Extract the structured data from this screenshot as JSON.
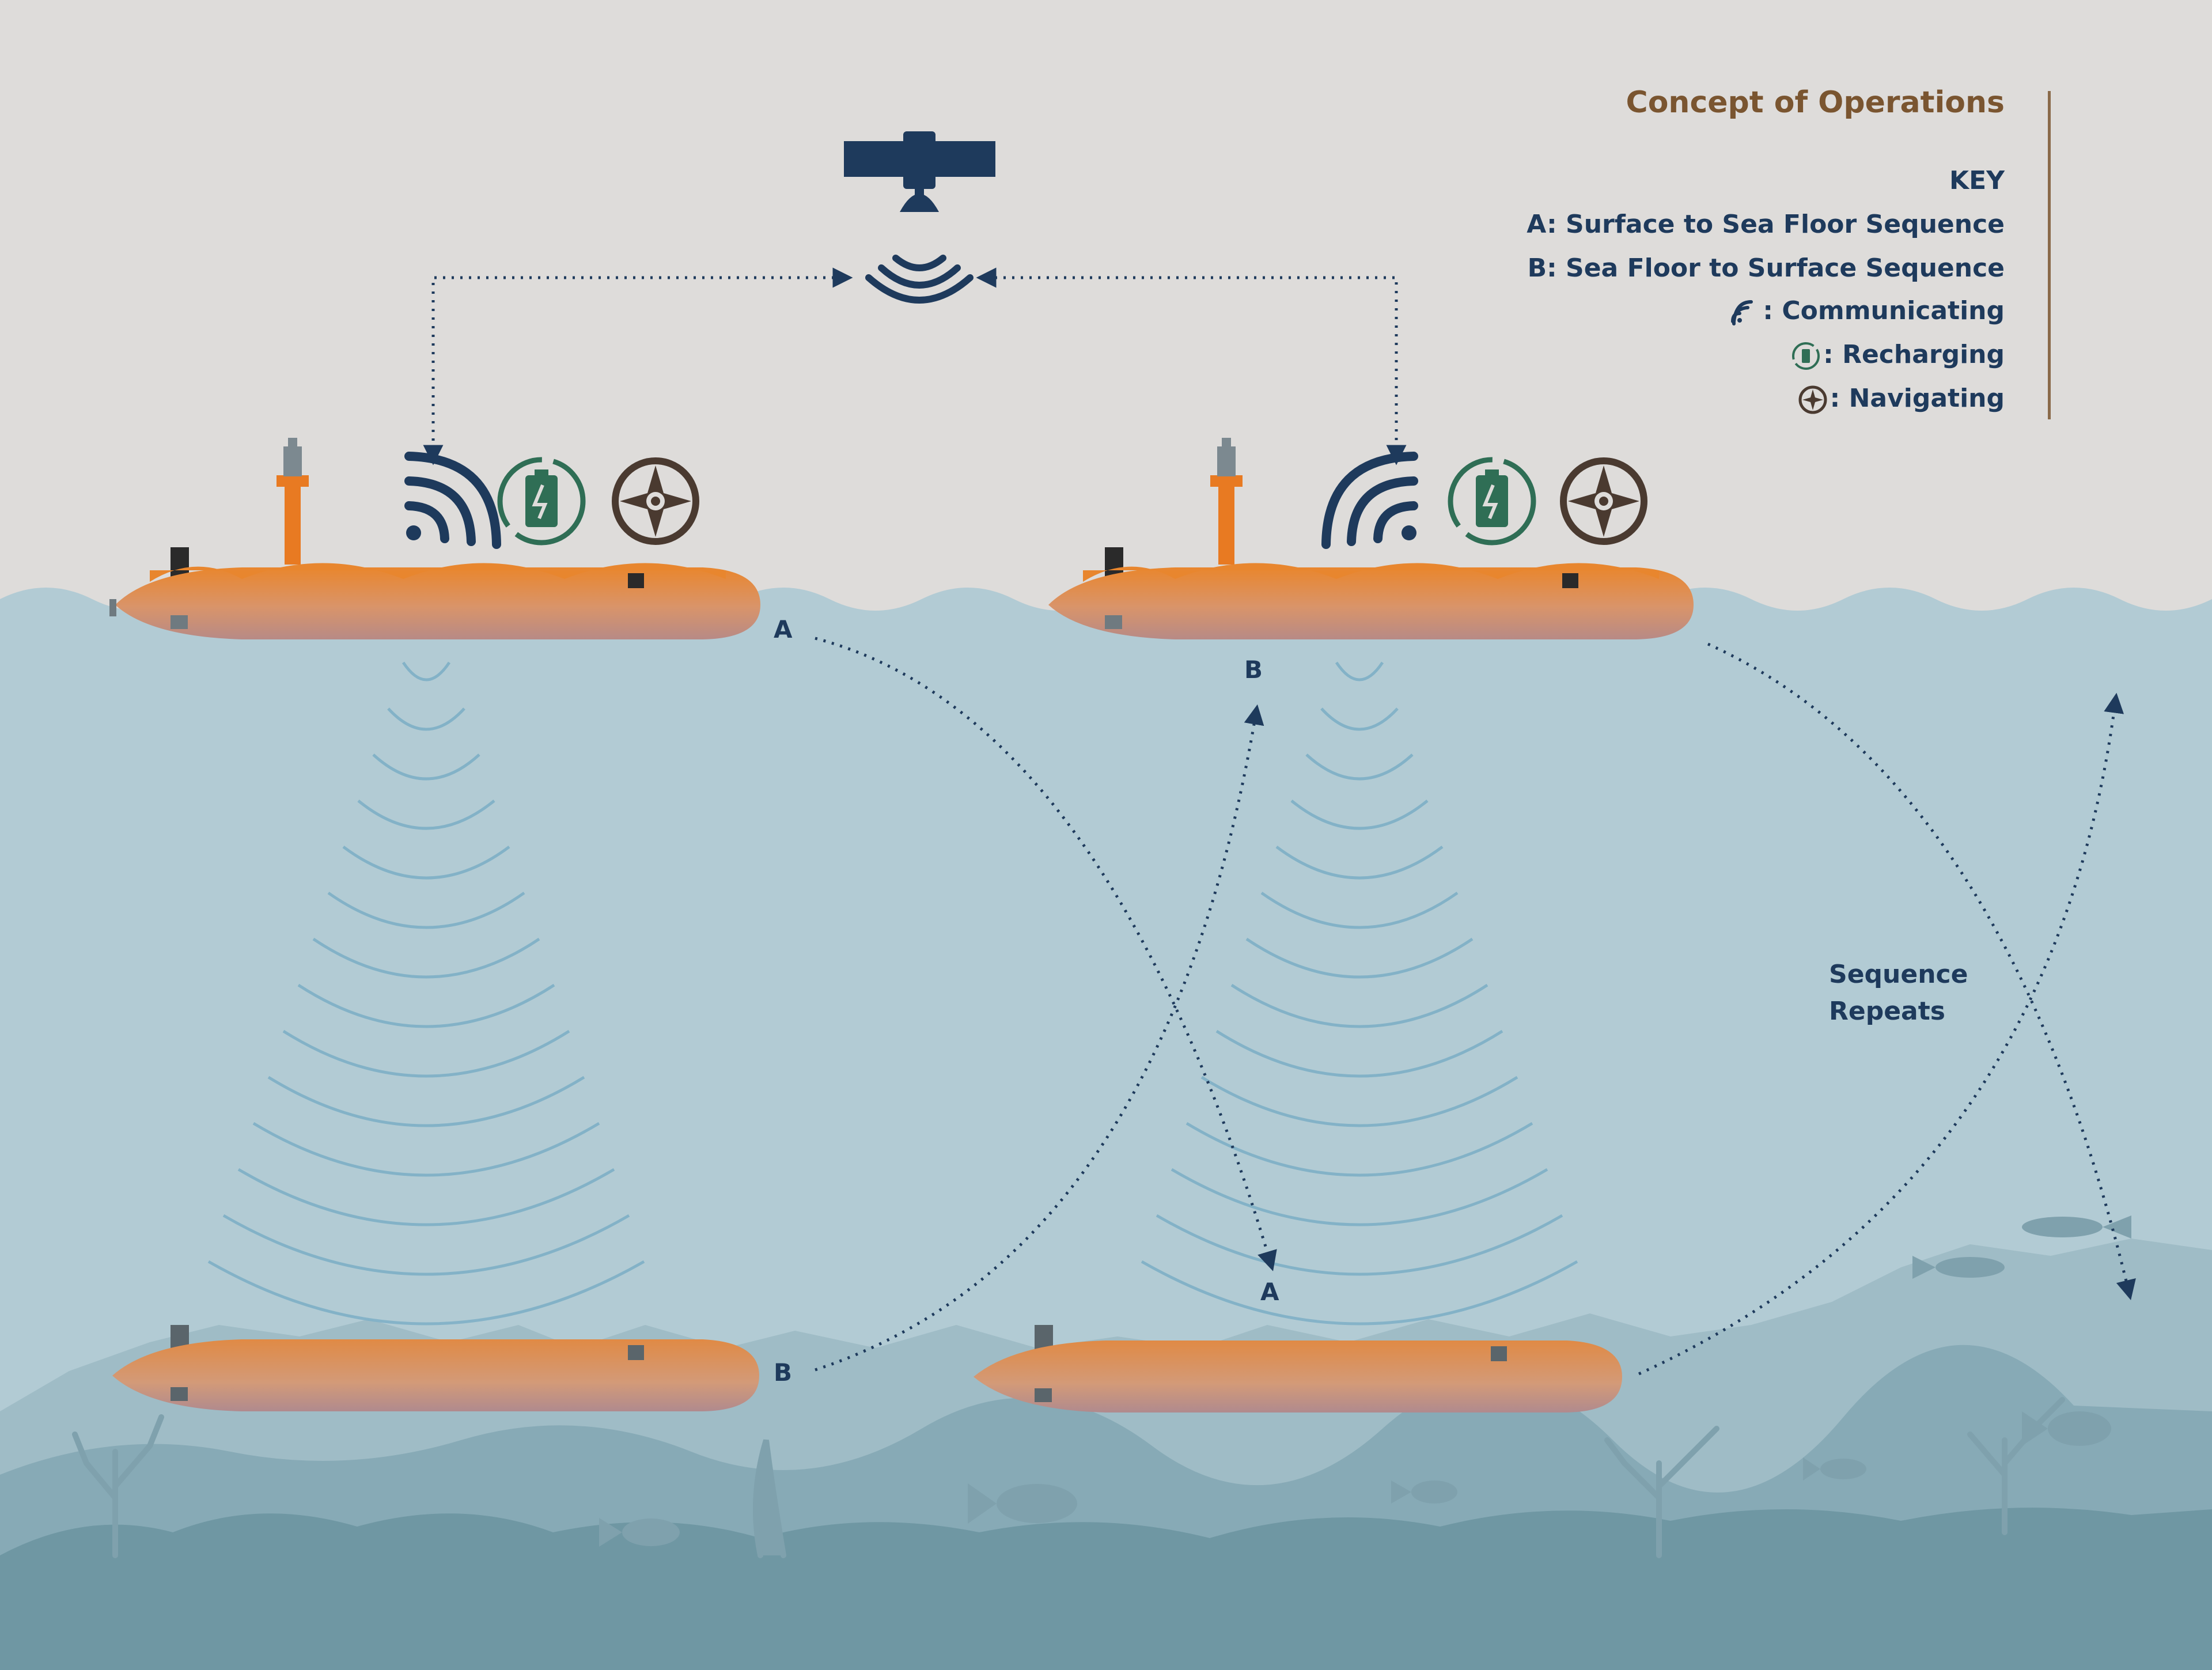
{
  "title": "Concept of Operations",
  "key": {
    "heading": "KEY",
    "a_letter": "A",
    "a_text": ": Surface to Sea Floor Sequence",
    "b_letter": "B",
    "b_text": ": Sea Floor to Surface Sequence",
    "communicating": ": Communicating",
    "recharging": ": Recharging",
    "navigating": ": Navigating"
  },
  "labels": {
    "a_upper_left": "A",
    "b_upper_right": "B",
    "a_lower_right": "A",
    "b_lower_left": "B"
  },
  "repeat": {
    "line1": "Sequence",
    "line2": "Repeats"
  },
  "colors": {
    "sky": "#dedcda",
    "water": "#b2cbd4",
    "seafloor": "#6f97a3",
    "vehicle_orange": "#e8862e",
    "vehicle_tan": "#d99a72",
    "navy": "#1e3a5c",
    "battery_green": "#2f6e55",
    "compass_brown": "#4a3a30",
    "title_brown": "#7a5530"
  },
  "icons": [
    "satellite-icon",
    "signal-icon",
    "battery-recharge-icon",
    "compass-icon",
    "wave-icon",
    "fish-icon",
    "coral-icon"
  ]
}
